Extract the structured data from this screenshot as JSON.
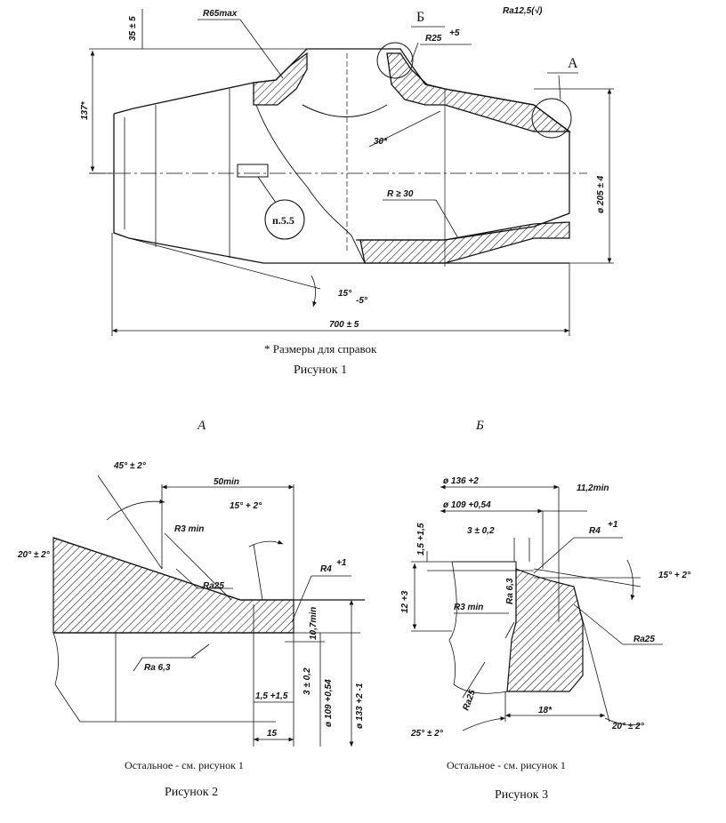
{
  "figure1": {
    "roughness_symbol": "Ra12,5(√)",
    "view_labels": {
      "b": "Б",
      "a": "А"
    },
    "dims": {
      "r65max": "R65max",
      "r25": "R25",
      "r25_tol": "+5",
      "d35": "35 ± 5",
      "d137": "137*",
      "d30": "30*",
      "rge30": "R ≥ 30",
      "d205": "ø 205 ± 4",
      "ang15": "15°",
      "ang15_tol": "-5°",
      "d700": "700 ± 5",
      "note_ref": "п.5.5"
    },
    "footnote": "* Размеры для справок",
    "caption": "Рисунок 1"
  },
  "figure2": {
    "label": "А",
    "dims": {
      "ang45": "45° ± 2°",
      "d50min": "50min",
      "ang15": "15° + 2°",
      "r3min": "R3 min",
      "ang20": "20° ± 2°",
      "ra25": "Ra25",
      "r4": "R4",
      "r4_tol": "+1",
      "d10_7min": "10,7min",
      "ra6_3": "Ra 6,3",
      "d3": "3 ± 0,2",
      "d1_5": "1,5 +1,5",
      "d109": "ø 109 +0,54",
      "d133": "ø 133 +2 -1",
      "d15": "15"
    },
    "note": "Остальное - см. рисунок 1",
    "caption": "Рисунок 2"
  },
  "figure3": {
    "label": "Б",
    "dims": {
      "d136": "ø 136 +2",
      "d11_2min": "11,2min",
      "d109": "ø 109 +0,54",
      "d1_5": "1,5 +1,5",
      "d3": "3 ± 0,2",
      "r4": "R4",
      "r4_tol": "+1",
      "ang15": "15° + 2°",
      "d12": "12 +3",
      "ra6_3": "Ra 6,3",
      "r3min": "R3 min",
      "ra25": "Ra25",
      "ra25_low": "Ra25",
      "d18": "18*",
      "ang25": "25° ± 2°",
      "ang20": "20° ± 2°"
    },
    "note": "Остальное - см. рисунок 1",
    "caption": "Рисунок 3"
  }
}
